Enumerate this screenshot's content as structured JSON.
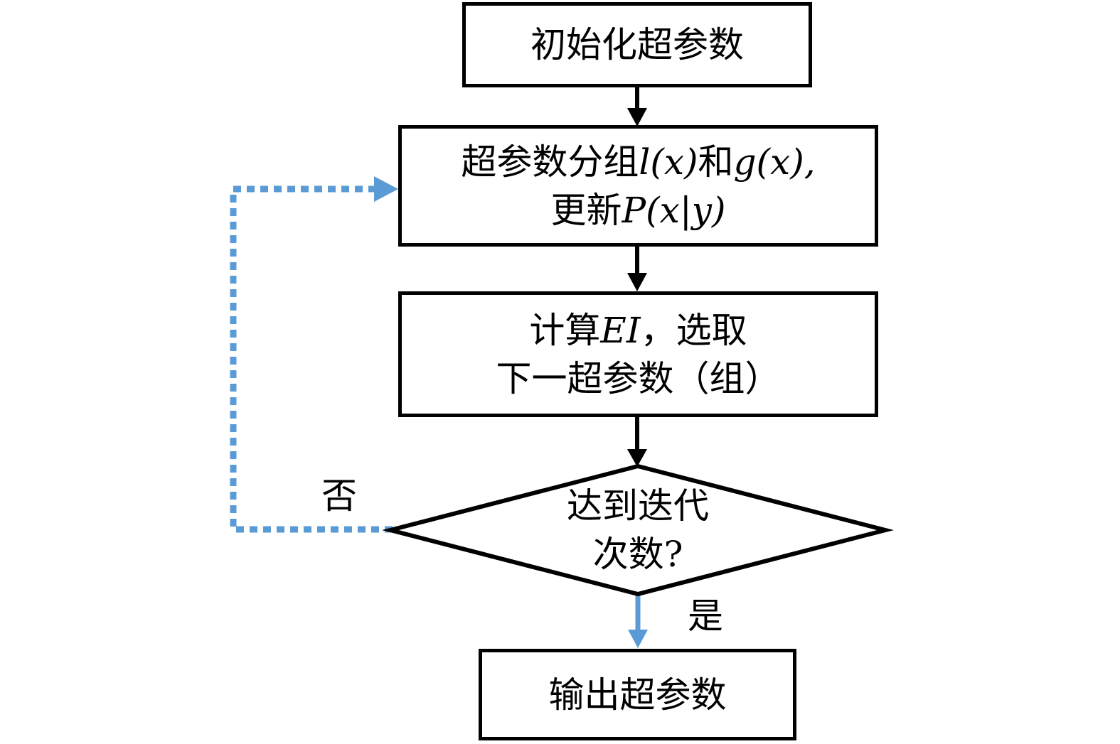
{
  "flowchart": {
    "nodes": [
      {
        "id": "init",
        "type": "process",
        "lines": [
          [
            {
              "t": "初始化超参数"
            }
          ]
        ]
      },
      {
        "id": "group-update",
        "type": "process",
        "lines": [
          [
            {
              "t": "超参数分组"
            },
            {
              "t": "l(x)",
              "i": 1
            },
            {
              "t": "和"
            },
            {
              "t": "g(x),",
              "i": 1
            }
          ],
          [
            {
              "t": "更新"
            },
            {
              "t": "P(x|y)",
              "i": 1
            }
          ]
        ]
      },
      {
        "id": "compute-ei-select",
        "type": "process",
        "lines": [
          [
            {
              "t": "计算"
            },
            {
              "t": "EI",
              "i": 1
            },
            {
              "t": "，选取"
            }
          ],
          [
            {
              "t": "下一超参数（组）"
            }
          ]
        ]
      },
      {
        "id": "iteration-check",
        "type": "decision",
        "lines": [
          [
            {
              "t": "达到迭代"
            }
          ],
          [
            {
              "t": "次数?"
            }
          ]
        ]
      },
      {
        "id": "output",
        "type": "process",
        "lines": [
          [
            {
              "t": "输出超参数"
            }
          ]
        ]
      }
    ],
    "edges": [
      {
        "from": "init",
        "to": "group-update",
        "style": "solid-black",
        "label": ""
      },
      {
        "from": "group-update",
        "to": "compute-ei-select",
        "style": "solid-black",
        "label": ""
      },
      {
        "from": "compute-ei-select",
        "to": "iteration-check",
        "style": "solid-black",
        "label": ""
      },
      {
        "from": "iteration-check",
        "to": "group-update",
        "style": "dashed-blue",
        "label": "否"
      },
      {
        "from": "iteration-check",
        "to": "output",
        "style": "solid-blue",
        "label": "是"
      }
    ],
    "colors": {
      "arrow_black": "#000000",
      "loop_blue": "#5B9BD5",
      "node_border": "#000000",
      "node_fill": "#FFFFFF",
      "background": "#FFFFFF",
      "text": "#000000"
    }
  }
}
